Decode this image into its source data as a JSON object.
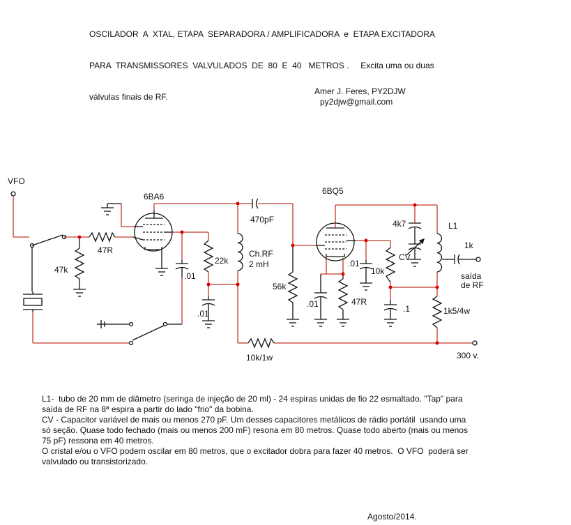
{
  "title_lines": [
    "OSCILADOR  A  XTAL, ETAPA  SEPARADORA / AMPLIFICADORA  e  ETAPA EXCITADORA",
    "PARA  TRANSMISSORES  VALVULADOS  DE  80  E  40   METROS .     Excita uma ou duas",
    "válvulas finais de RF."
  ],
  "author": {
    "name": "Amer J. Feres, PY2DJW",
    "email": "py2djw@gmail.com"
  },
  "labels": {
    "vfo": "VFO",
    "tube1": "6BA6",
    "tube2": "6BQ5",
    "r47r_1": "47R",
    "r47k": "47k",
    "c01_1": ".01",
    "r22k": "22k",
    "c01_2": ".01",
    "c470": "470pF",
    "chrf1": "Ch.RF",
    "chrf2": "2 mH",
    "r56k": "56k",
    "c01_3": ".01",
    "r47r_2": "47R",
    "c01_4": ".01",
    "r10k": "10k",
    "cv": "CV",
    "c4k7": "4k7",
    "c1": ".1",
    "l1": "L1",
    "c1k": "1k",
    "rf_out1": "saída",
    "rf_out2": "de RF",
    "r1k5": "1k5/4w",
    "r10k1w": "10k/1w",
    "hv": "300 v."
  },
  "notes": [
    "L1-  tubo de 20 mm de diâmetro (seringa de injeção de 20 ml) - 24 espiras unidas de fio 22 esmaltado. \"Tap\" para",
    "saída de RF na 8ª espira a partir do lado \"frio\" da bobina.",
    "CV - Capacitor variável de mais ou menos 270 pF. Um desses capacitores metálicos de rádio portátil  usando uma",
    "só seção. Quase todo fechado (mais ou menos 200 mF) resona em 80 metros. Quase todo aberto (mais ou menos",
    "75 pF) ressona em 40 metros.",
    "O cristal e/ou o VFO podem oscilar em 80 metros, que o excitador dobra para fazer 40 metros.  O VFO  poderá ser",
    "valvulado ou transistorizado."
  ],
  "date": "Agosto/2014.",
  "colors": {
    "wire": "#c0392b",
    "component": "#111111",
    "node": "#dd0000"
  }
}
